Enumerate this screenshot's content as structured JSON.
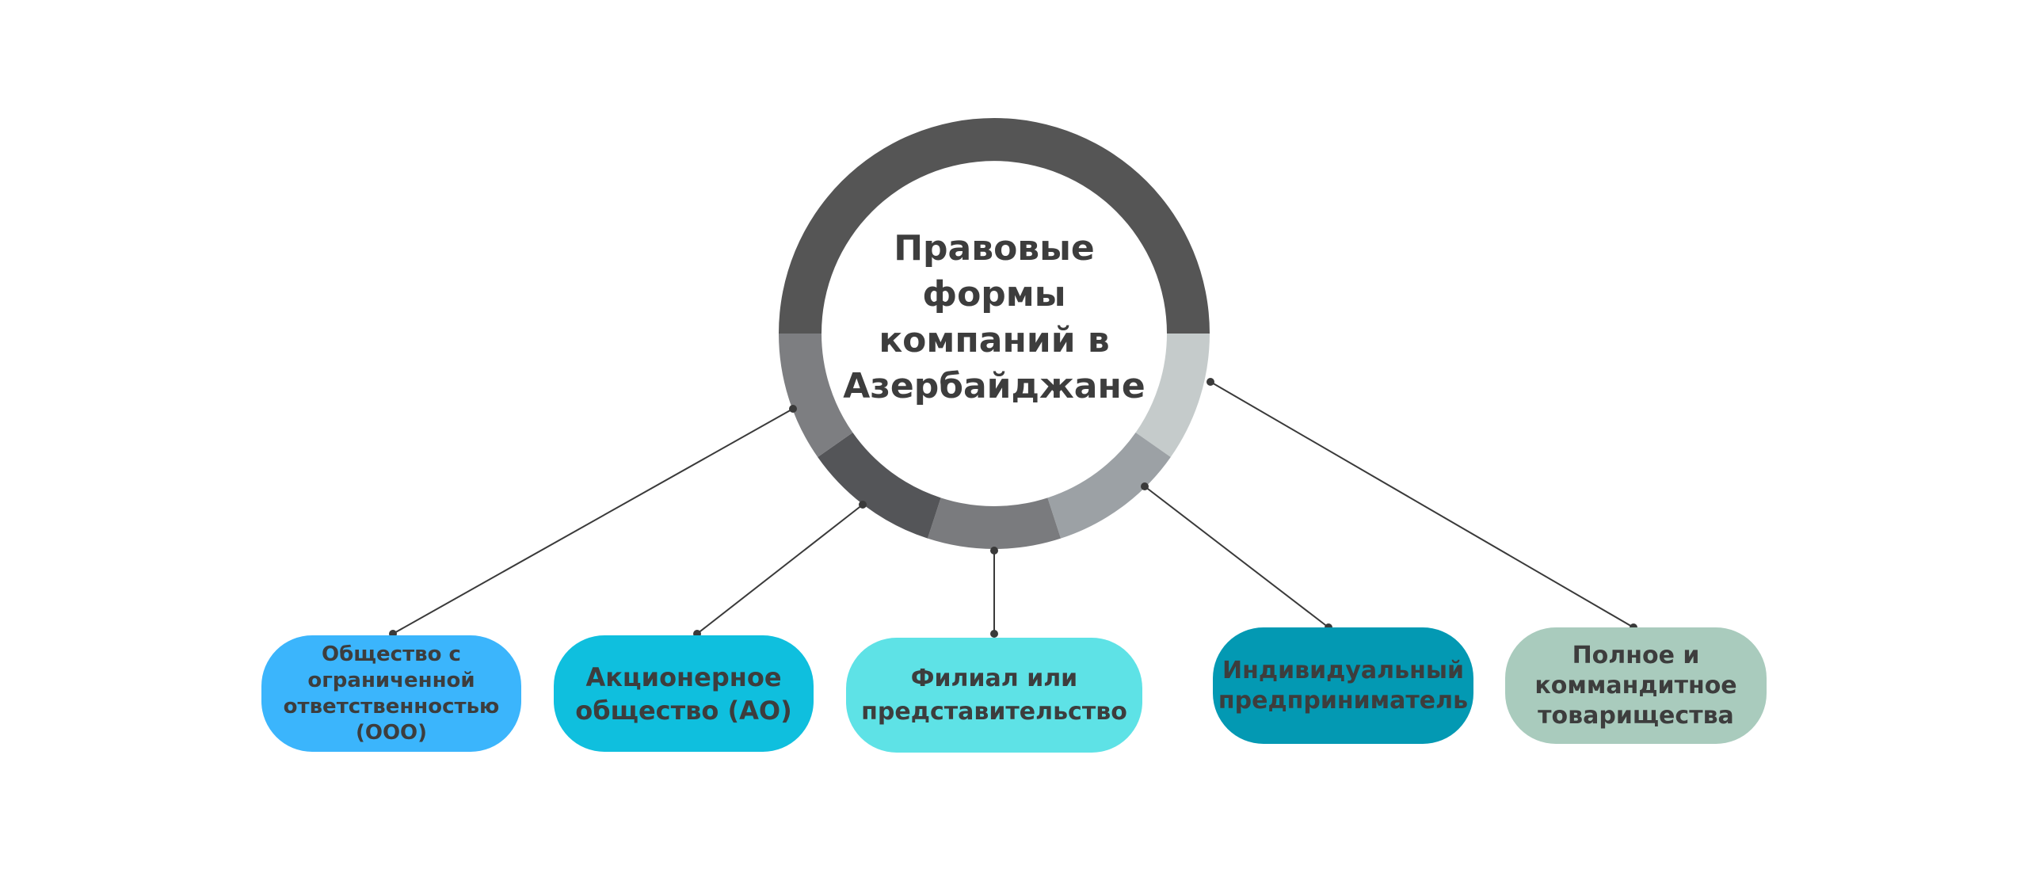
{
  "title": "Правовые формы компаний в Азербайджане",
  "ring_colors": [
    "#555555",
    "#c5cbcb",
    "#9ca1a5",
    "#7a7b7e",
    "#545558",
    "#7d7e81"
  ],
  "line_color": "#3a3a3a",
  "nodes": [
    {
      "label": "Общество с ограниченной ответственностью (ООО)",
      "color": "#3bb5fc"
    },
    {
      "label": "Акционерное общество (АО)",
      "color": "#0fbfde"
    },
    {
      "label": "Филиал или представительство",
      "color": "#5ee2e6"
    },
    {
      "label": "Индивидуальный предприниматель",
      "color": "#0399b3"
    },
    {
      "label": "Полное и коммандитное товарищества",
      "color": "#a9cbbd"
    }
  ]
}
